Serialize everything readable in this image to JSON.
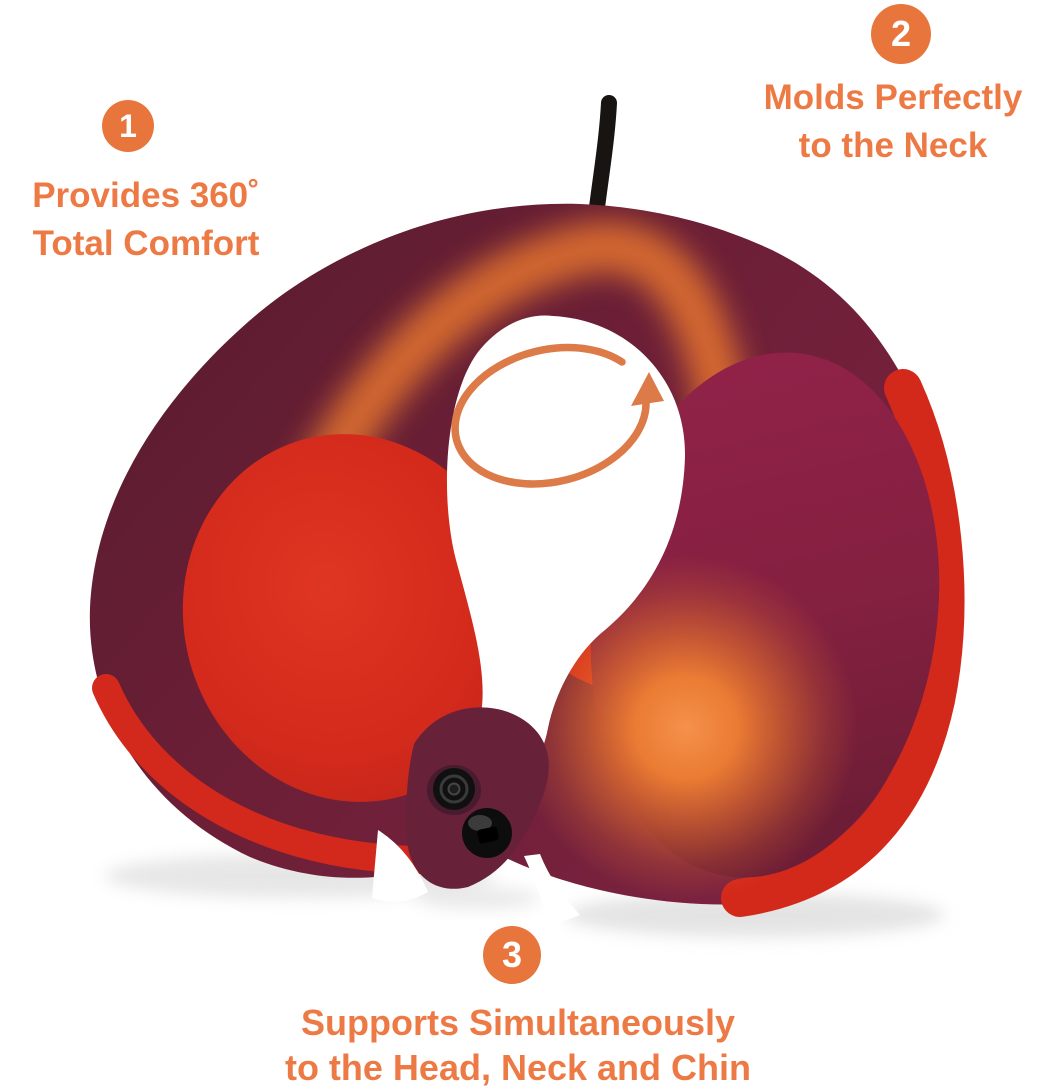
{
  "callouts": [
    {
      "number": "1",
      "line1": "Provides 360˚",
      "line2": "Total Comfort"
    },
    {
      "number": "2",
      "line1": "Molds Perfectly",
      "line2": "to the Neck"
    },
    {
      "number": "3",
      "line1": "Supports Simultaneously",
      "line2": "to the Head, Neck and Chin"
    }
  ],
  "illustration": {
    "description": "U-shaped memory foam travel neck pillow viewed from above: maroon outer shell, bright red inner cushions, black hanging cord at top, maroon clasp tab with two black snap buttons at bottom, orange rotation arrow inside the white neck opening, orange warm-glow highlight on the right cushion",
    "icons": {
      "rotation_arrow": "rotation-arrow-icon",
      "glow": "glow-spot",
      "cord": "hanging-cord",
      "clasp": "snap-buttons",
      "neck_opening": "neck-opening"
    },
    "colors": {
      "accent_orange": "#ED7A44",
      "badge_orange": "#E8763C",
      "maroon_dark": "#5E1F33",
      "maroon_mid": "#6F2038",
      "maroon_bright": "#8C2141",
      "red": "#D52A1C",
      "glow_orange": "#F08038",
      "cord_black": "#181411"
    }
  }
}
